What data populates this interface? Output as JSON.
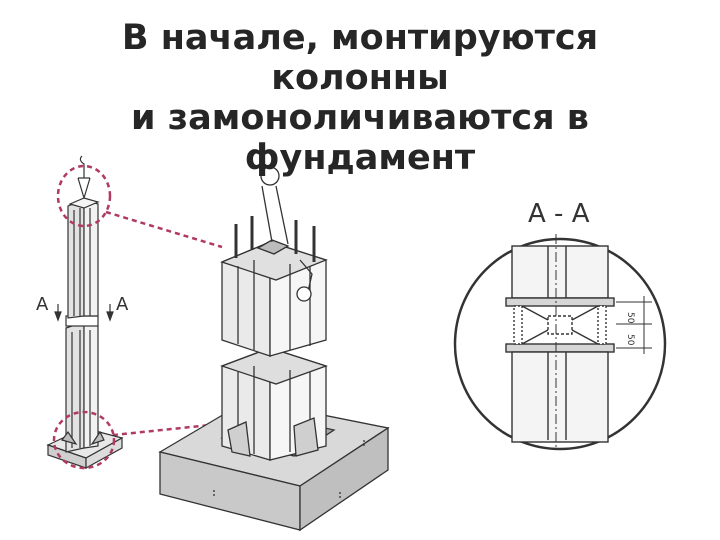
{
  "slide": {
    "title_lines": [
      "В начале, монтируются",
      "колонны",
      "и замоноличиваются в",
      "фундамент"
    ]
  },
  "diagram": {
    "column_label_left": "A",
    "column_label_right": "A",
    "section_label": "A - A",
    "dimension_labels": [
      "50",
      "50"
    ],
    "colors": {
      "leader_line": "#b03a60",
      "outline": "#333333",
      "column_face": "#e6e6e6",
      "concrete": "#d4d4d4"
    }
  }
}
